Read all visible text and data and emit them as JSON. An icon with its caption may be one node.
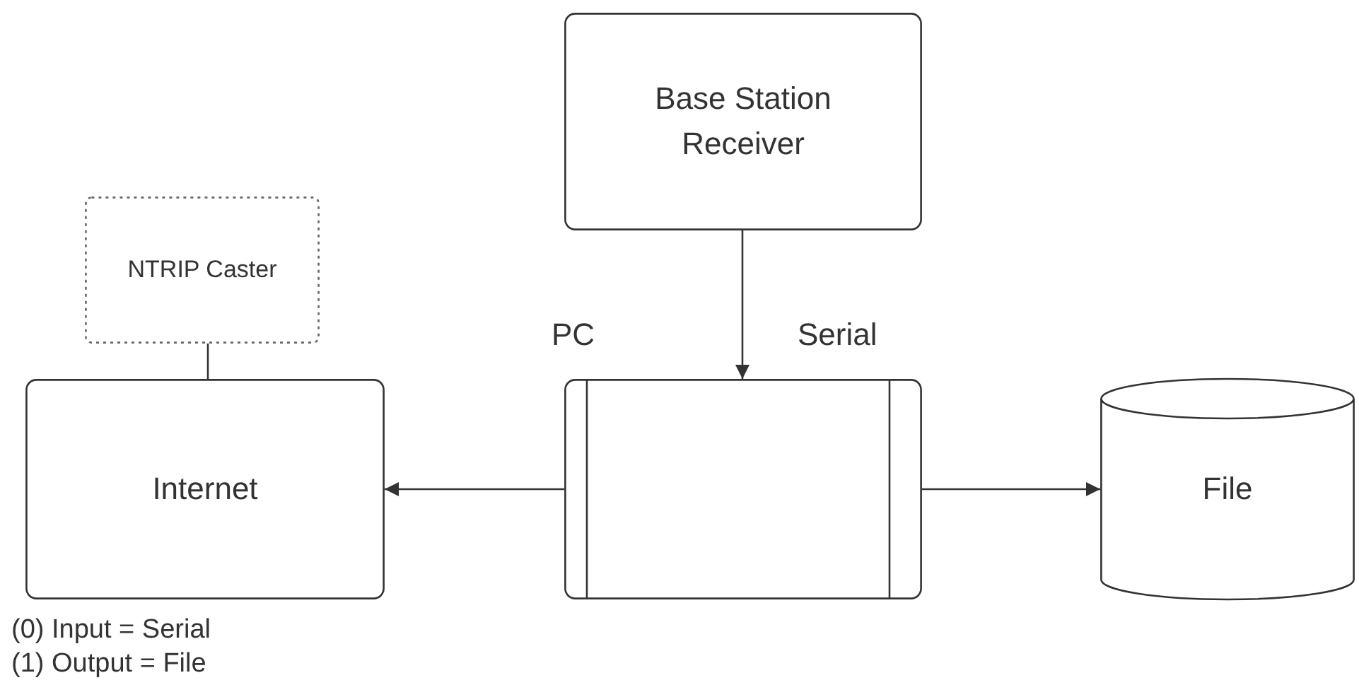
{
  "diagram": {
    "nodes": [
      {
        "text": [
          "Base Station Receiver"
        ]
      },
      {
        "text": [
          "NTRIP Caster"
        ]
      },
      {
        "text": [
          "Internet"
        ]
      },
      {
        "text": [],
        "shape": "box"
      },
      {
        "text": [
          "File"
        ]
      }
    ],
    "edges": [
      {
        "from": 0,
        "to": 3,
        "arrow": "to"
      },
      {
        "from": 1,
        "to": 2,
        "arrow": "none"
      },
      {
        "from": 3,
        "to": 2,
        "arrow": "to"
      },
      {
        "from": 3,
        "to": 4,
        "arrow": "to"
      }
    ],
    "labels": [
      "PC",
      "Serial",
      "(0) Input = Serial",
      "(1) Output = File"
    ]
  }
}
